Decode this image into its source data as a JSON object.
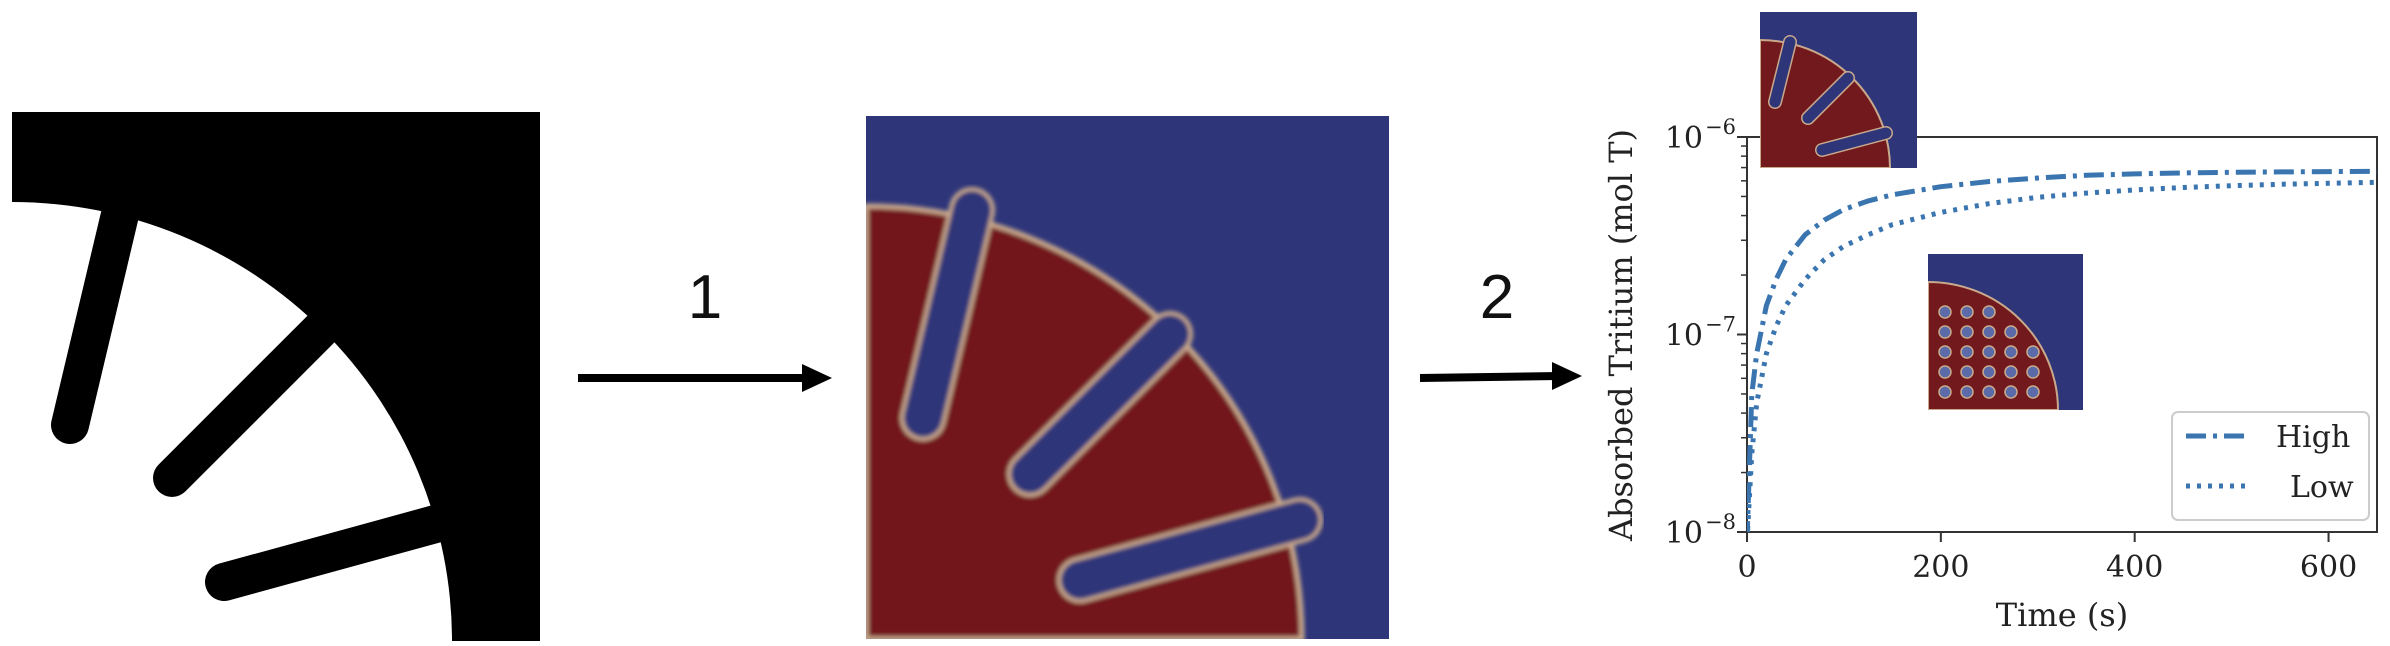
{
  "steps": {
    "step1": "1",
    "step2": "2"
  },
  "colors": {
    "mask_black": "#000000",
    "mask_white": "#ffffff",
    "field_blue": "#2e3579",
    "field_red": "#72191e",
    "field_boundary": "#c9a98c",
    "line_color": "#3a75b0",
    "arrow": "#000000"
  },
  "chart_data": {
    "type": "line",
    "xlabel": "Time (s)",
    "ylabel": "Absorbed Tritium (mol T)",
    "yscale": "log",
    "xlim": [
      0,
      650
    ],
    "ylim": [
      1e-08,
      1e-06
    ],
    "x_ticks": [
      "0",
      "200",
      "400",
      "600"
    ],
    "x_tick_values": [
      0,
      200,
      400,
      600
    ],
    "y_ticks": [
      {
        "base": "10",
        "exp": "−8",
        "value": 1e-08
      },
      {
        "base": "10",
        "exp": "−7",
        "value": 1e-07
      },
      {
        "base": "10",
        "exp": "−6",
        "value": 1e-06
      }
    ],
    "grid": false,
    "legend_position": "bottom-right",
    "series": [
      {
        "name": "High",
        "style": "dash-dot",
        "x": [
          0,
          5,
          10,
          20,
          30,
          40,
          60,
          80,
          100,
          125,
          150,
          200,
          250,
          300,
          350,
          400,
          450,
          500,
          550,
          600,
          650
        ],
        "y": [
          9e-09,
          5e-08,
          8e-08,
          1.4e-07,
          1.9e-07,
          2.4e-07,
          3.2e-07,
          3.8e-07,
          4.3e-07,
          4.75e-07,
          5.1e-07,
          5.6e-07,
          5.95e-07,
          6.2e-07,
          6.4e-07,
          6.5e-07,
          6.58e-07,
          6.63e-07,
          6.66e-07,
          6.68e-07,
          6.7e-07
        ]
      },
      {
        "name": "Low",
        "style": "dotted",
        "x": [
          0,
          5,
          10,
          20,
          30,
          40,
          60,
          80,
          100,
          125,
          150,
          200,
          250,
          300,
          350,
          400,
          450,
          500,
          550,
          600,
          650
        ],
        "y": [
          9e-09,
          2.5e-08,
          4.5e-08,
          8e-08,
          1.1e-07,
          1.4e-07,
          1.9e-07,
          2.4e-07,
          2.8e-07,
          3.2e-07,
          3.6e-07,
          4.15e-07,
          4.6e-07,
          4.95e-07,
          5.2e-07,
          5.4e-07,
          5.55e-07,
          5.67e-07,
          5.76e-07,
          5.83e-07,
          5.9e-07
        ]
      }
    ]
  }
}
